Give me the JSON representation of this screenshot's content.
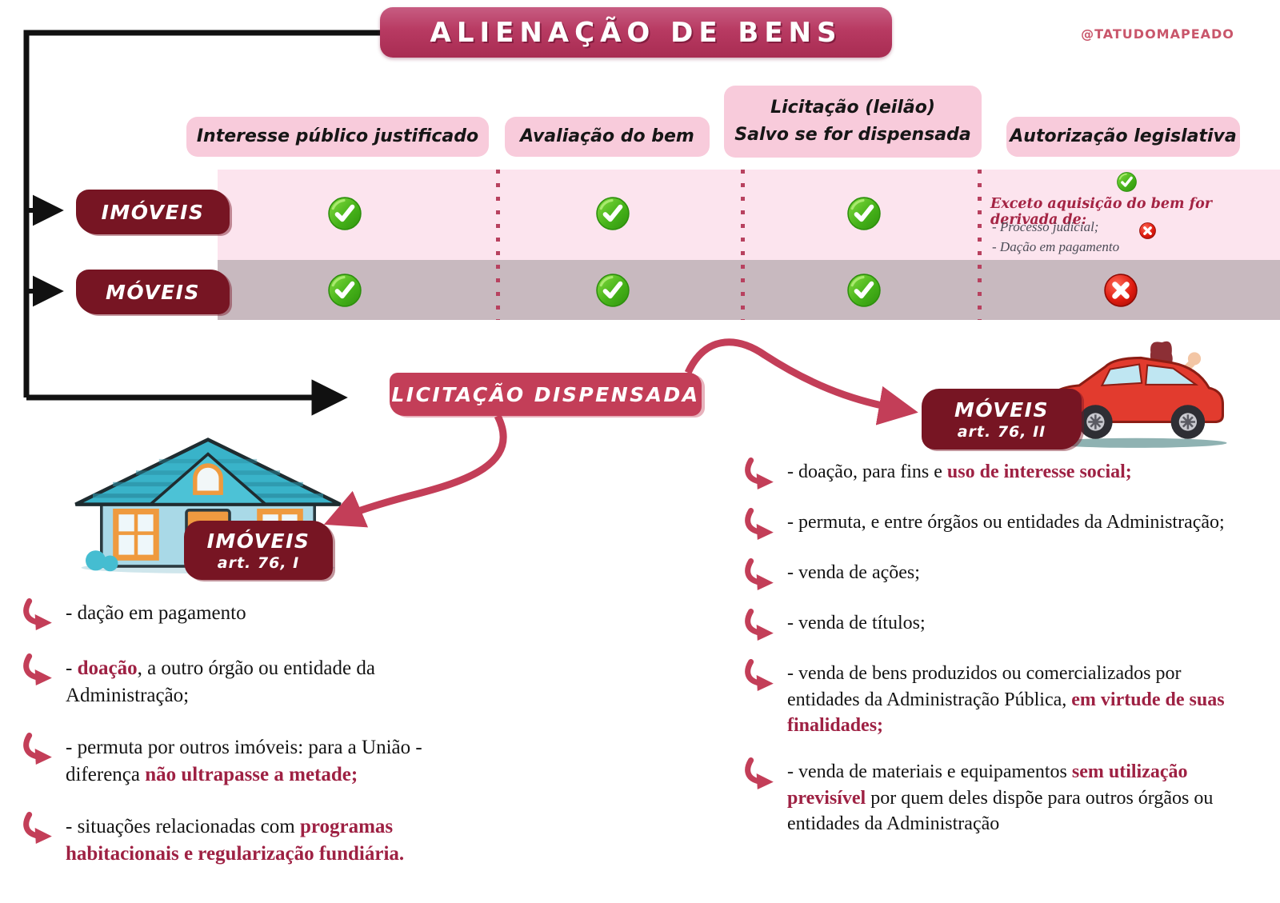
{
  "title": "ALIENAÇÃO DE BENS",
  "watermark": "@TATUDOMAPEADO",
  "matrix": {
    "col_headers": [
      {
        "line1": "Interesse público justificado",
        "line2": ""
      },
      {
        "line1": "Avaliação do bem",
        "line2": ""
      },
      {
        "line1": "Licitação (leilão)",
        "line2": "Salvo se for dispensada"
      },
      {
        "line1": "Autorização legislativa",
        "line2": ""
      }
    ],
    "rows": [
      {
        "label": "IMÓVEIS",
        "cells": [
          "check",
          "check",
          "check",
          "note"
        ]
      },
      {
        "label": "MÓVEIS",
        "cells": [
          "check",
          "check",
          "check",
          "cross"
        ]
      }
    ],
    "note": {
      "check_icon": "check",
      "title": "Exceto aquisição do bem for derivada de:",
      "items": [
        "- Processo judicial;",
        "- Dação em pagamento"
      ],
      "cross_icon": "cross"
    }
  },
  "dispensada_banner": "LICITAÇÃO DISPENSADA",
  "imoveis_branch": {
    "title": "IMÓVEIS",
    "subtitle": "art. 76, I",
    "items": [
      [
        {
          "t": "- dação em pagamento"
        }
      ],
      [
        {
          "t": "- "
        },
        {
          "t": "doação",
          "b": true
        },
        {
          "t": ", a outro órgão ou entidade da Administração;"
        }
      ],
      [
        {
          "t": "- permuta por outros imóveis: para a União - diferença "
        },
        {
          "t": "não ultrapasse a metade;",
          "b": true
        }
      ],
      [
        {
          "t": "- situações relacionadas com "
        },
        {
          "t": "programas habitacionais e regularização fundiária.",
          "b": true
        }
      ]
    ]
  },
  "moveis_branch": {
    "title": "MÓVEIS",
    "subtitle": "art. 76, II",
    "items": [
      [
        {
          "t": "- doação, para fins e "
        },
        {
          "t": "uso de interesse social;",
          "b": true
        }
      ],
      [
        {
          "t": "- permuta, e entre órgãos ou entidades da Administração;"
        }
      ],
      [
        {
          "t": "- venda de ações;"
        }
      ],
      [
        {
          "t": "- venda de títulos;"
        }
      ],
      [
        {
          "t": "- venda de bens produzidos ou comercializados por entidades da Administração Pública, "
        },
        {
          "t": "em virtude de suas finalidades;",
          "b": true
        }
      ],
      [
        {
          "t": "- venda de materiais e equipamentos "
        },
        {
          "t": "sem utilização previsível",
          "b": true
        },
        {
          "t": " por quem deles dispõe para outros órgãos ou entidades da Administração"
        }
      ]
    ]
  },
  "colors": {
    "accent_crimson": "#c33e58",
    "maroon": "#771523",
    "pink_header": "#f8cbdb",
    "row_pink": "#fce4ee",
    "row_mauve": "#c8b9bf",
    "check_green": "#3da614",
    "cross_red": "#d8150d",
    "highlight_text": "#9e2143"
  }
}
